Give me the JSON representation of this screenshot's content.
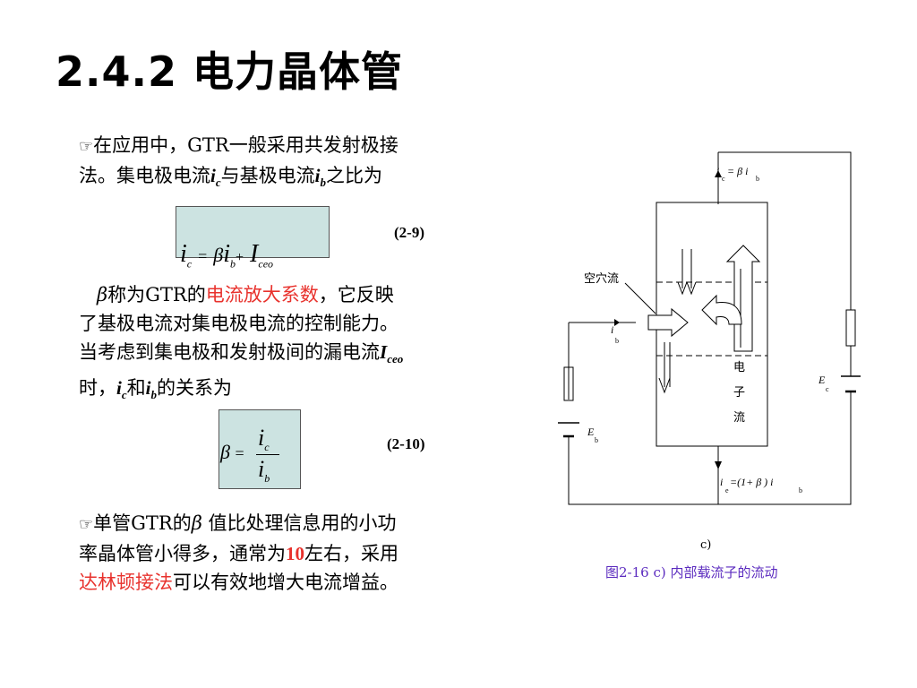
{
  "slide": {
    "title": "2.4.2 电力晶体管",
    "bullet1": {
      "icon": "hand-pointer-icon",
      "line1": "在应用中，GTR一般采用共发射极接",
      "line2_a": "法。集电极电流",
      "line2_ic": "i",
      "line2_ic_sub": "c",
      "line2_b": "与基极电流",
      "line2_ib": "i",
      "line2_ib_sub": "b",
      "line2_c": "之比为"
    },
    "eq1": {
      "lhs": "i",
      "lhs_sub": "c",
      "op": "=",
      "beta": "β",
      "mid": "i",
      "mid_sub": "b",
      "plus": "+",
      "rhs": "I",
      "rhs_sub": "ceo",
      "number": "(2-9)"
    },
    "para2": {
      "beta": "β",
      "a": "称为GTR的",
      "red": "电流放大系数",
      "b": "，它反映",
      "line2": "了基极电流对集电极电流的控制能力。",
      "line3_a": "当考虑到集电极和发射极间的漏电流",
      "line3_I": "I",
      "line3_sub": "ceo",
      "line4_a": "时，",
      "line4_ic": "i",
      "line4_ic_sub": "c",
      "line4_b": "和",
      "line4_ib": "i",
      "line4_ib_sub": "b",
      "line4_c": "的关系为"
    },
    "eq2": {
      "lhs": "β",
      "op": "=",
      "num": "i",
      "num_sub": "c",
      "den": "i",
      "den_sub": "b",
      "number": "(2-10)"
    },
    "bullet2": {
      "icon": "hand-pointer-icon",
      "a": "单管GTR的",
      "beta": "β",
      "b": " 值比处理信息用的小功",
      "line2_a": "率晶体管小得多，通常为",
      "line2_red": "10",
      "line2_b": "左右，采用",
      "line3_red": "达林顿接法",
      "line3_b": "可以有效地增大电流增益。"
    }
  },
  "figure": {
    "label_ic": "i",
    "label_ic_sub": "c",
    "label_ic_eq": " = β i",
    "label_ic_eq_sub": "b",
    "hole_flow": "空穴流",
    "label_ib": "i",
    "label_ib_sub": "b",
    "electron_flow": [
      "电",
      "子",
      "流"
    ],
    "label_Ec": "E",
    "label_Ec_sub": "c",
    "label_Eb": "E",
    "label_Eb_sub": "b",
    "label_ie": "i",
    "label_ie_sub": "e",
    "label_ie_eq": "=(1+  β ) i",
    "label_ie_eq_sub": "b",
    "panel_label": "c)",
    "caption": "图2-16 c) 内部载流子的流动"
  }
}
